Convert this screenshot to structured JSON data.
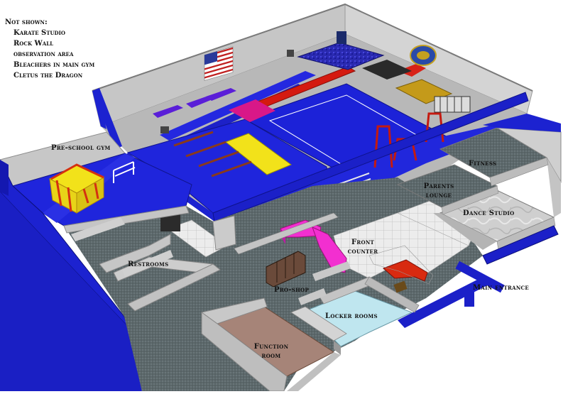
{
  "not_shown": {
    "heading": "Not shown:",
    "items": [
      "Karate Studio",
      "Rock Wall",
      "observation area",
      "Bleachers in main gym",
      "Cletus the Dragon"
    ]
  },
  "labels": {
    "preschool": "Pre-school gym",
    "fitness": "Fitness",
    "parents_1": "Parents",
    "parents_2": "lounge",
    "dance": "Dance Studio",
    "front_1": "Front",
    "front_2": "counter",
    "restrooms": "Restrooms",
    "proshop": "Pro-shop",
    "main_entrance": "Main entrance",
    "locker": "Locker rooms",
    "function_1": "Function",
    "function_2": "room"
  },
  "colors": {
    "mat_blue": "#1c22d8",
    "wall_gray": "#b9b9b9",
    "carpet": "#5f6b6e",
    "tile": "#e9e9e9",
    "accent_red": "#d41a10",
    "accent_yellow": "#f2e21a",
    "accent_magenta": "#f22fd0"
  }
}
